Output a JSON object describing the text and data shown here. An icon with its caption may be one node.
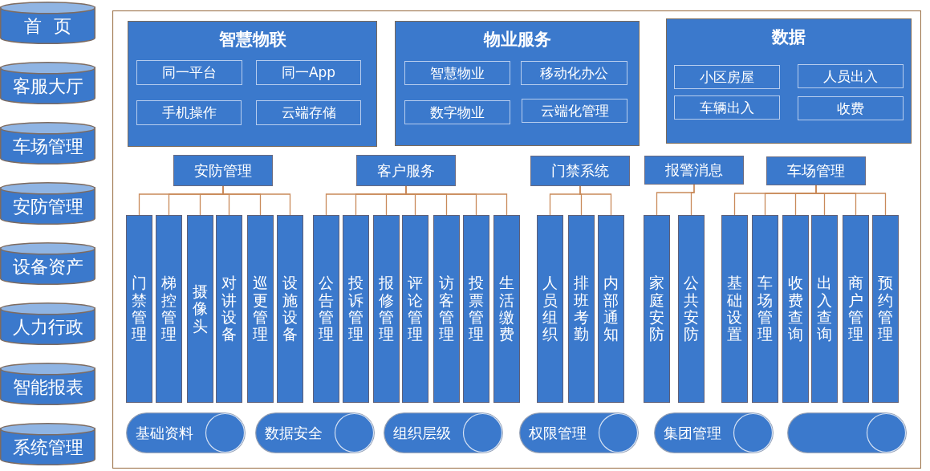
{
  "diagram": {
    "nodes": [
      {
        "text": [
          "首 页"
        ]
      },
      {
        "text": [
          "客服大厅"
        ]
      },
      {
        "text": [
          "车场管理"
        ]
      },
      {
        "text": [
          "安防管理"
        ]
      },
      {
        "text": [
          "设备资产"
        ]
      },
      {
        "text": [
          "人力行政"
        ]
      },
      {
        "text": [
          "智能报表"
        ]
      },
      {
        "text": [
          "系统管理"
        ]
      },
      {
        "text": [],
        "shape": "box"
      },
      {
        "text": [
          "智慧物联"
        ],
        "in": 8
      },
      {
        "text": [
          "同一平台"
        ],
        "in": 9
      },
      {
        "text": [
          "同一App"
        ],
        "in": 9
      },
      {
        "text": [
          "手机操作"
        ],
        "in": 9
      },
      {
        "text": [
          "云端存储"
        ],
        "in": 9
      },
      {
        "text": [
          "物业服务"
        ],
        "in": 8
      },
      {
        "text": [
          "智慧物业"
        ],
        "in": 14
      },
      {
        "text": [
          "移动化办公"
        ],
        "in": 14
      },
      {
        "text": [
          "数字物业"
        ],
        "in": 14
      },
      {
        "text": [
          "云端化管理"
        ],
        "in": 14
      },
      {
        "text": [
          "数据"
        ],
        "in": 8
      },
      {
        "text": [
          "小区房屋"
        ],
        "in": 19
      },
      {
        "text": [
          "人员出入"
        ],
        "in": 19
      },
      {
        "text": [
          "车辆出入"
        ],
        "in": 19
      },
      {
        "text": [
          "收费"
        ],
        "in": 19
      },
      {
        "text": [
          "安防管理"
        ],
        "in": 8
      },
      {
        "text": [
          "客户服务"
        ],
        "in": 8
      },
      {
        "text": [
          "门禁系统"
        ],
        "in": 8
      },
      {
        "text": [
          "报警消息"
        ],
        "in": 8
      },
      {
        "text": [
          "车场管理"
        ],
        "in": 8
      },
      {
        "text": [
          "门禁管理"
        ],
        "in": 8
      },
      {
        "text": [
          "梯控管理"
        ],
        "in": 8
      },
      {
        "text": [
          "摄像头"
        ],
        "in": 8
      },
      {
        "text": [
          "对讲设备"
        ],
        "in": 8
      },
      {
        "text": [
          "巡更管理"
        ],
        "in": 8
      },
      {
        "text": [
          "设施设备"
        ],
        "in": 8
      },
      {
        "text": [
          "公告管理"
        ],
        "in": 8
      },
      {
        "text": [
          "投诉管理"
        ],
        "in": 8
      },
      {
        "text": [
          "报修管理"
        ],
        "in": 8
      },
      {
        "text": [
          "评论管理"
        ],
        "in": 8
      },
      {
        "text": [
          "访客管理"
        ],
        "in": 8
      },
      {
        "text": [
          "投票管理"
        ],
        "in": 8
      },
      {
        "text": [
          "生活缴费"
        ],
        "in": 8
      },
      {
        "text": [
          "人员组织"
        ],
        "in": 8
      },
      {
        "text": [
          "排班考勤"
        ],
        "in": 8
      },
      {
        "text": [
          "内部通知"
        ],
        "in": 8
      },
      {
        "text": [
          "家庭安防"
        ],
        "in": 8
      },
      {
        "text": [
          "公共安防"
        ],
        "in": 8
      },
      {
        "text": [
          "基础设置"
        ],
        "in": 8
      },
      {
        "text": [
          "车场管理"
        ],
        "in": 8
      },
      {
        "text": [
          "收费查询"
        ],
        "in": 8
      },
      {
        "text": [
          "出入查询"
        ],
        "in": 8
      },
      {
        "text": [
          "商户管理"
        ],
        "in": 8
      },
      {
        "text": [
          "预约管理"
        ],
        "in": 8
      },
      {
        "text": [
          "基础资料"
        ],
        "in": 8
      },
      {
        "text": [
          "数据安全"
        ],
        "in": 8
      },
      {
        "text": [
          "组织层级"
        ],
        "in": 8
      },
      {
        "text": [
          "权限管理"
        ],
        "in": 8
      },
      {
        "text": [
          "集团管理"
        ],
        "in": 8
      },
      {
        "text": [],
        "shape": "cylinder",
        "in": 8
      }
    ],
    "edges": [
      {
        "from": 24,
        "to": 29,
        "arrow": "none"
      },
      {
        "from": 24,
        "to": 30,
        "arrow": "none"
      },
      {
        "from": 24,
        "to": 31,
        "arrow": "none"
      },
      {
        "from": 24,
        "to": 32,
        "arrow": "none"
      },
      {
        "from": 24,
        "to": 33,
        "arrow": "none"
      },
      {
        "from": 24,
        "to": 34,
        "arrow": "none"
      },
      {
        "from": 25,
        "to": 35,
        "arrow": "none"
      },
      {
        "from": 25,
        "to": 36,
        "arrow": "none"
      },
      {
        "from": 25,
        "to": 37,
        "arrow": "none"
      },
      {
        "from": 25,
        "to": 38,
        "arrow": "none"
      },
      {
        "from": 25,
        "to": 39,
        "arrow": "none"
      },
      {
        "from": 25,
        "to": 40,
        "arrow": "none"
      },
      {
        "from": 25,
        "to": 41,
        "arrow": "none"
      },
      {
        "from": 26,
        "to": 42,
        "arrow": "none"
      },
      {
        "from": 26,
        "to": 43,
        "arrow": "none"
      },
      {
        "from": 26,
        "to": 44,
        "arrow": "none"
      },
      {
        "from": 27,
        "to": 45,
        "arrow": "none"
      },
      {
        "from": 27,
        "to": 46,
        "arrow": "none"
      },
      {
        "from": 28,
        "to": 47,
        "arrow": "none"
      },
      {
        "from": 28,
        "to": 48,
        "arrow": "none"
      },
      {
        "from": 28,
        "to": 49,
        "arrow": "none"
      },
      {
        "from": 28,
        "to": 50,
        "arrow": "none"
      },
      {
        "from": 28,
        "to": 51,
        "arrow": "none"
      },
      {
        "from": 28,
        "to": 52,
        "arrow": "none"
      }
    ]
  }
}
